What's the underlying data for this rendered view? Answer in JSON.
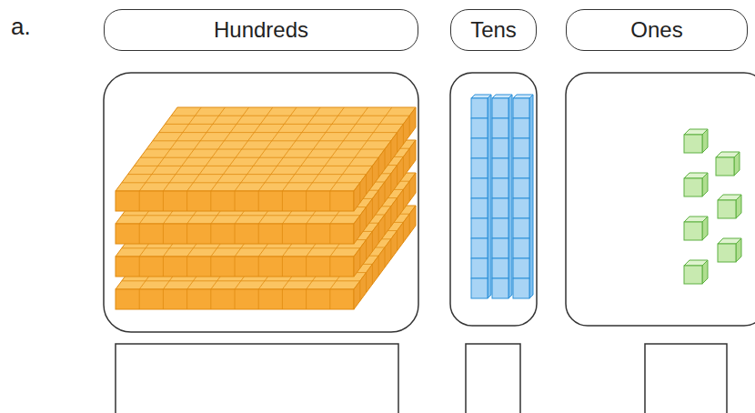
{
  "diagram": {
    "nodes": [
      {
        "text": [
          "Hundreds"
        ]
      },
      {
        "text": [
          "Tens"
        ]
      },
      {
        "text": [
          "Ones"
        ]
      }
    ],
    "labels": [
      "a."
    ]
  }
}
